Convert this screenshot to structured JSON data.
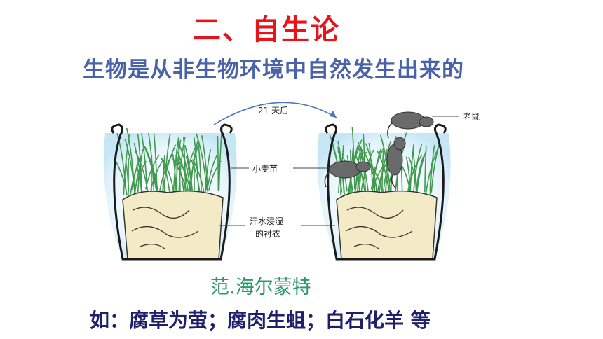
{
  "heading": {
    "title": "二、自生论",
    "subtitle": "生物是从非生物环境中自然发生出来的"
  },
  "diagram": {
    "arrow_label": "21 天后",
    "label_mice": "老鼠",
    "label_wheat": "小麦苗",
    "label_shirt_line1": "汗水浸湿",
    "label_shirt_line2": "的衬衣"
  },
  "caption": {
    "scientist": "范.海尔蒙特",
    "examples": "如：腐草为萤；腐肉生蛆；白石化羊  等"
  },
  "colors": {
    "title": "#e8141c",
    "subtitle": "#4a63a8",
    "scientist": "#2a9a6a",
    "examples": "#1f1f6e",
    "jar_outline": "#1a1a1a",
    "jar_glow": "#bfe3f5",
    "wheat": "#3f9a4e",
    "cloth": "#f3ebc6",
    "mouse": "#6a6a6a",
    "arrow": "#4a7bbf"
  }
}
